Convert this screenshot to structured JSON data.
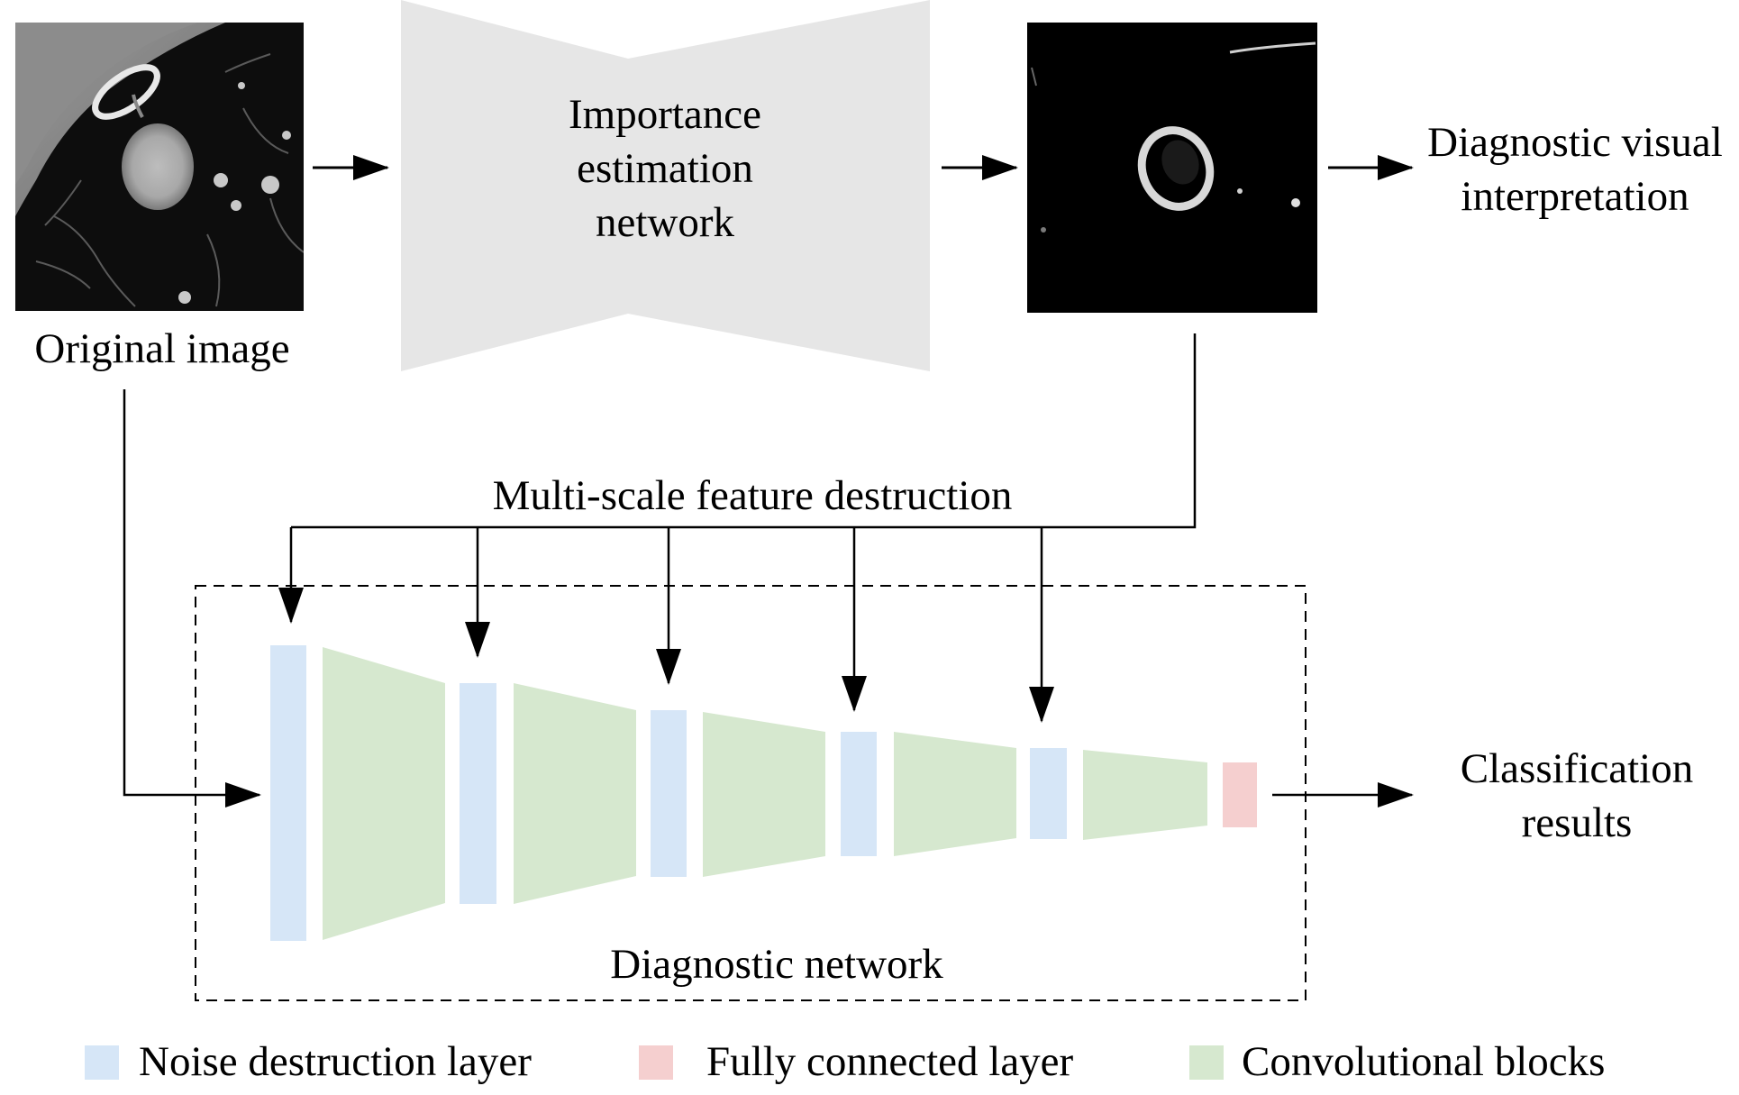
{
  "labels": {
    "original_image": "Original image",
    "importance_line1": "Importance",
    "importance_line2": "estimation",
    "importance_line3": "network",
    "diagnostic_visual_line1": "Diagnostic visual",
    "diagnostic_visual_line2": "interpretation",
    "multi_scale": "Multi-scale feature destruction",
    "classification_line1": "Classification",
    "classification_line2": "results",
    "diagnostic_network": "Diagnostic network"
  },
  "legend": [
    {
      "label": "Noise destruction layer",
      "color": "#d6e6f7"
    },
    {
      "label": "Fully connected layer",
      "color": "#f5cfcf"
    },
    {
      "label": "Convolutional blocks",
      "color": "#d6e8cf"
    }
  ],
  "colors": {
    "noise_layer": "#d6e6f7",
    "fc_layer": "#f5cfcf",
    "conv_block": "#d6e8cf",
    "importance_network": "#e6e6e6",
    "arrows": "#000000"
  }
}
